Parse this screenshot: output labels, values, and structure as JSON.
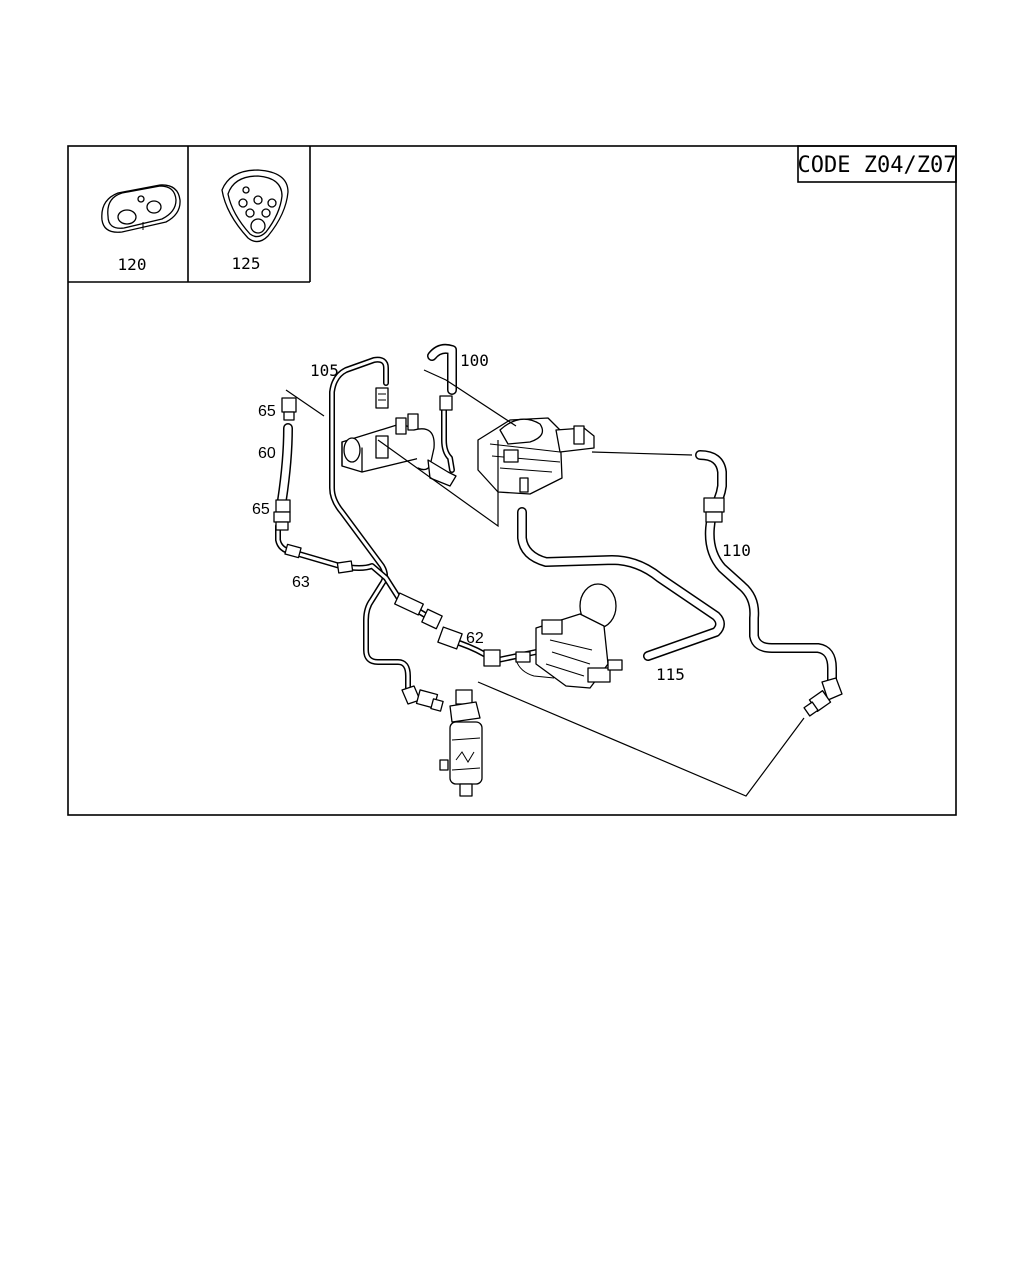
{
  "diagram": {
    "code_label": "CODE Z04/Z07",
    "inset_labels": [
      "120",
      "125"
    ],
    "callouts": {
      "c100": "100",
      "c105": "105",
      "c110": "110",
      "c115": "115",
      "c60": "60",
      "c62": "62",
      "c63": "63",
      "c65a": "65",
      "c65b": "65"
    }
  }
}
